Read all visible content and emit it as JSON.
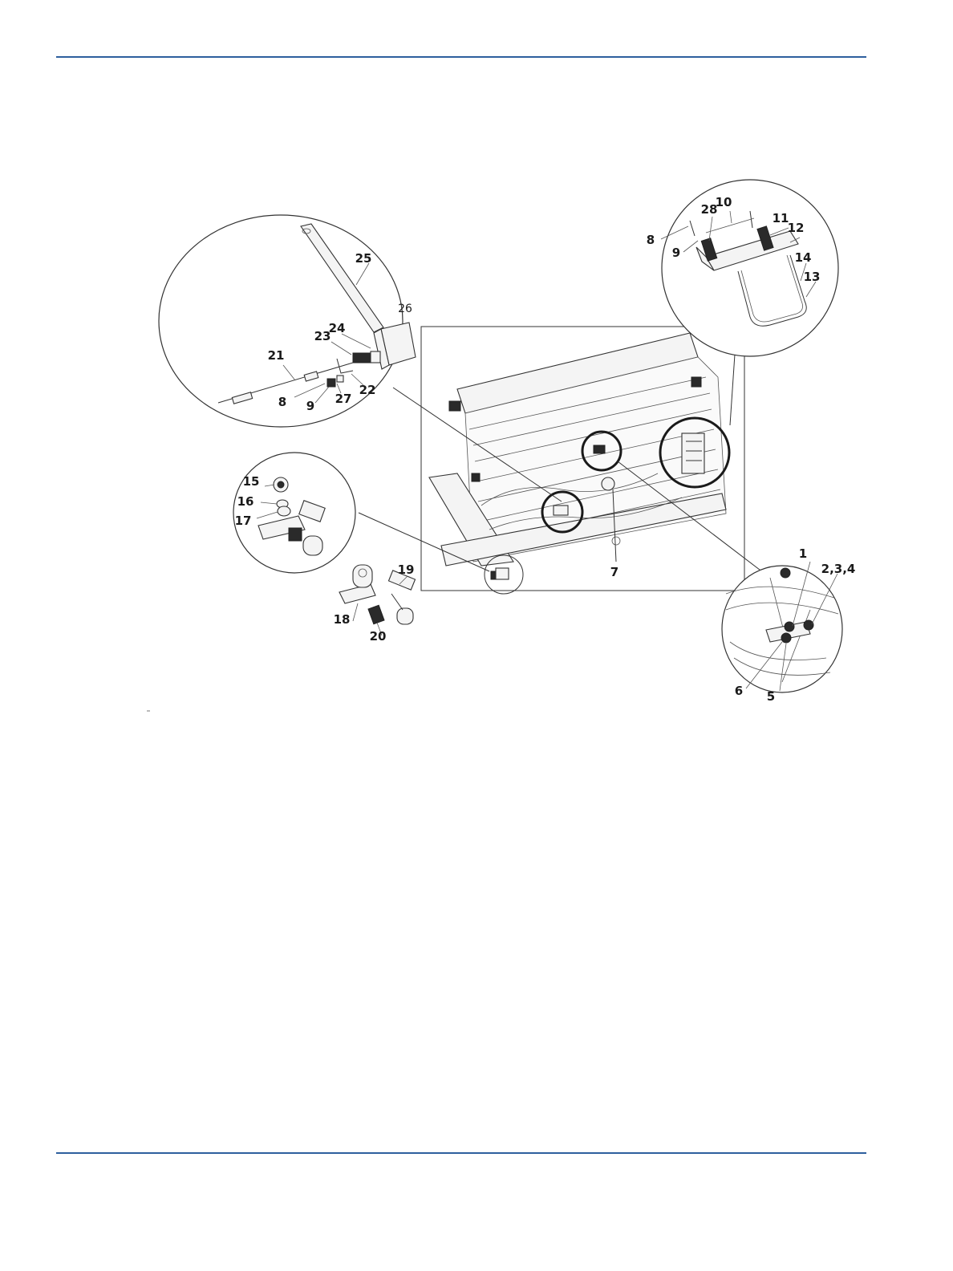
{
  "colors": {
    "rule": "#2e5f9e"
  },
  "callouts": {
    "c1": "1",
    "c234": "2,3,4",
    "c5": "5",
    "c6": "6",
    "c7": "7",
    "c8a": "8",
    "c9a": "9",
    "c10": "10",
    "c11": "11",
    "c12": "12",
    "c13": "13",
    "c14": "14",
    "c28": "28",
    "c15": "15",
    "c16": "16",
    "c17": "17",
    "c18": "18",
    "c19": "19",
    "c20": "20",
    "c21": "21",
    "c22": "22",
    "c23": "23",
    "c24": "24",
    "c25": "25",
    "c26": "26",
    "c27": "27",
    "c8b": "8",
    "c9b": "9"
  }
}
